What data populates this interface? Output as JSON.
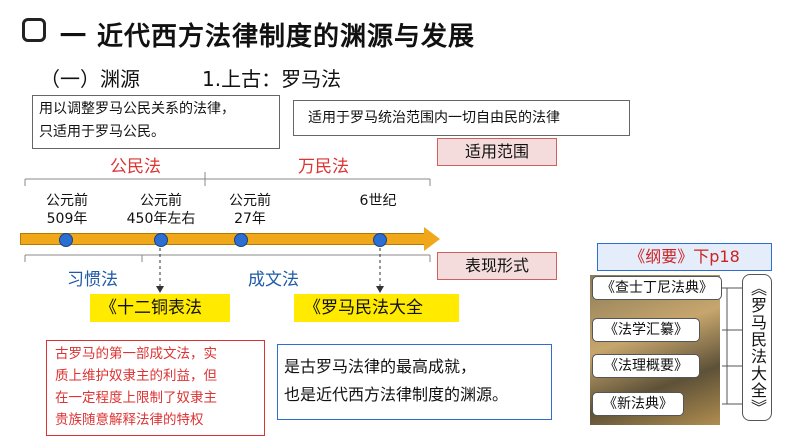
{
  "title": "一 近代西方法律制度的渊源与发展",
  "section": "（一）渊源",
  "subsection": "1.上古：罗马法",
  "note_citizen": [
    "用以调整罗马公民关系的法律，",
    "只适用于罗马公民。"
  ],
  "note_jus_gentium": "适用于罗马统治范围内一切自由民的法律",
  "label_scope": "适用范围",
  "label_form": "表现形式",
  "law_citizen": "公民法",
  "law_gentium": "万民法",
  "timeline_dates": [
    {
      "line1": "公元前",
      "line2": "509年"
    },
    {
      "line1": "公元前",
      "line2": "450年左右"
    },
    {
      "line1": "公元前",
      "line2": "27年"
    },
    {
      "line1": "",
      "line2": "6世纪"
    }
  ],
  "form_custom": "习惯法",
  "form_written": "成文法",
  "twelve_tables": "《十二铜表法",
  "corpus": "《罗马民法大全",
  "twelve_desc": [
    "古罗马的第一部成文法，实",
    "质上维护奴隶主的利益，但",
    "在一定程度上限制了奴隶主",
    "贵族随意解释法律的特权"
  ],
  "corpus_desc": [
    "是古罗马法律的最高成就，",
    "也是近代西方法律制度的渊源。"
  ],
  "gangyao": "《纲要》下p18",
  "books": [
    "《查士丁尼法典》",
    "《法学汇纂》",
    "《法理概要》",
    "《新法典》"
  ],
  "corpus_vertical": "《罗马民法大全》",
  "colors": {
    "accent_red": "#dd3333",
    "accent_blue": "#2d6fd0",
    "timeline": "#f0a81a",
    "highlight": "#ffea00"
  }
}
